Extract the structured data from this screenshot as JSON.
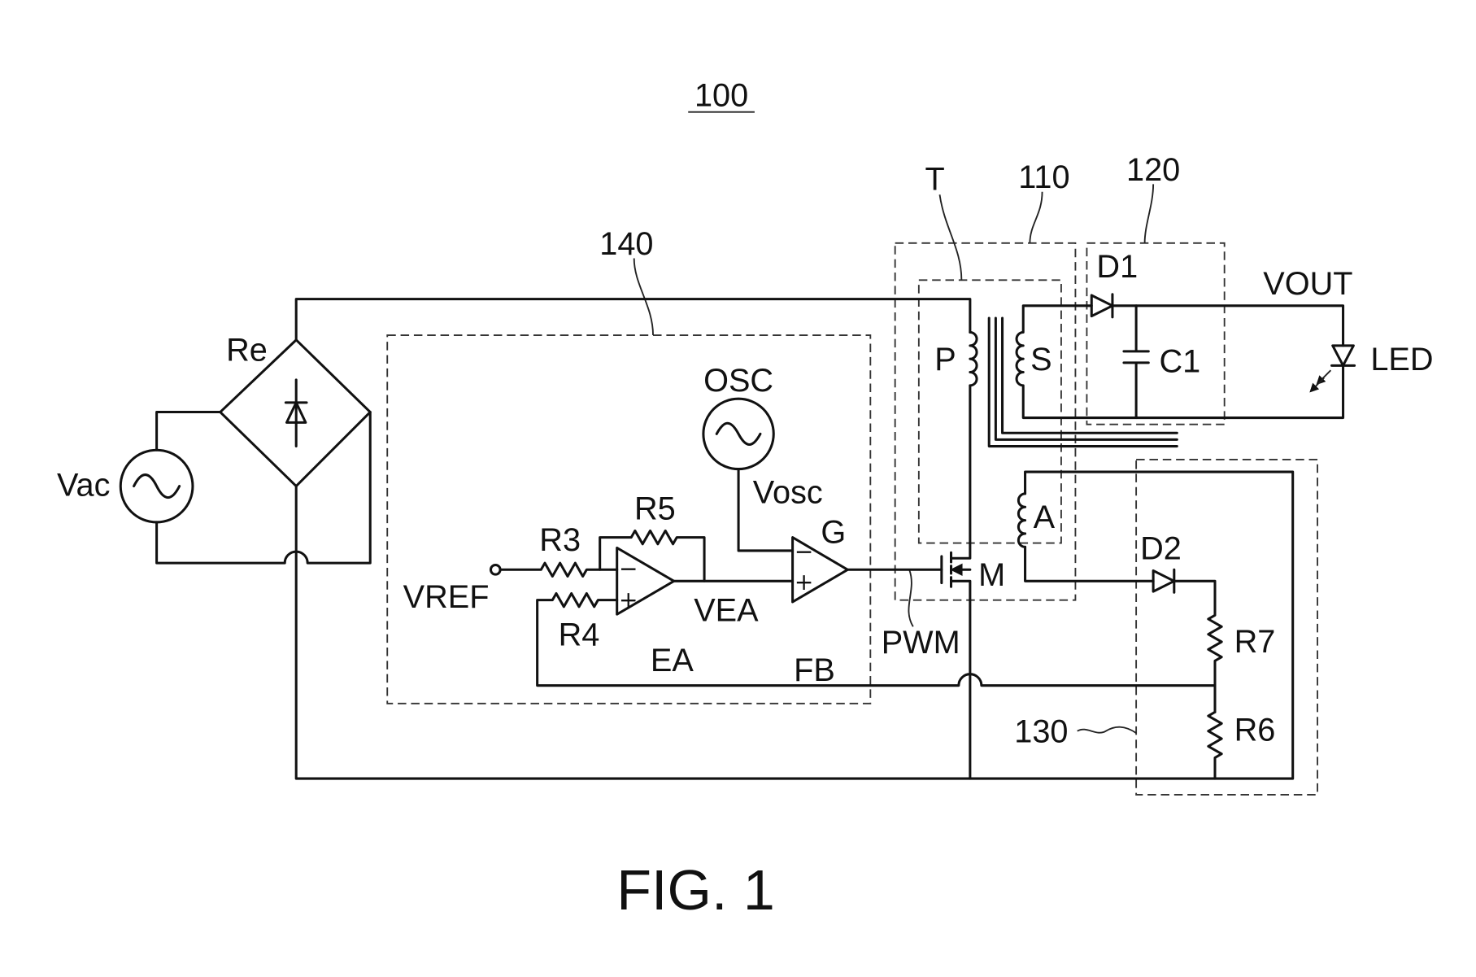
{
  "reference_numeral": "100",
  "caption": "FIG. 1",
  "blocks": {
    "block_110": "110",
    "block_120": "120",
    "block_130": "130",
    "block_140": "140"
  },
  "components": {
    "transformer": "T",
    "primary_winding": "P",
    "secondary_winding": "S",
    "auxiliary_winding": "A",
    "bridge_rectifier": "Re",
    "ac_source": "Vac",
    "oscillator": "OSC",
    "comparator": "G",
    "error_amplifier": "EA",
    "switch": "M",
    "diode_1": "D1",
    "diode_2": "D2",
    "capacitor_1": "C1",
    "led": "LED",
    "resistor_3": "R3",
    "resistor_4": "R4",
    "resistor_5": "R5",
    "resistor_6": "R6",
    "resistor_7": "R7"
  },
  "signals": {
    "vosc": "Vosc",
    "vref": "VREF",
    "vea": "VEA",
    "fb": "FB",
    "pwm": "PWM",
    "vout": "VOUT"
  },
  "input_symbols": {
    "inverting": "−",
    "non_inverting": "+"
  }
}
